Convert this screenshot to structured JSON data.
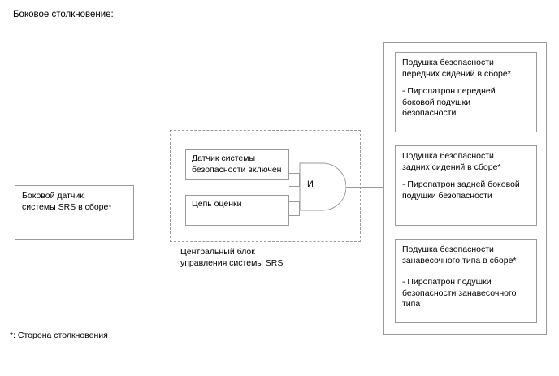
{
  "title": "Боковое столкновение:",
  "footnote": "*: Сторона столкновения",
  "left_input": {
    "label": "Боковой датчик\nсистемы SRS в сборе*"
  },
  "control_unit": {
    "caption": "Центральный блок\nуправления системы SRS",
    "inputs": [
      {
        "label": "Датчик системы\nбезопасности включен"
      },
      {
        "label": "Цепь оценки"
      }
    ],
    "gate": {
      "label": "И",
      "type": "and-gate"
    }
  },
  "outputs": [
    {
      "title": "Подушка безопасности\nпередних сидений в сборе*",
      "detail": "- Пиропатрон передней\nбоковой подушки\nбезопасности"
    },
    {
      "title": "Подушка безопасности\nзадних сидений в сборе*",
      "detail": "- Пиропатрон задней боковой\nподушки безопасности"
    },
    {
      "title": "Подушка безопасности\nзанавесочного типа в сборе*",
      "detail": "- Пиропатрон подушки\nбезопасности занавесочного\nтипа"
    }
  ],
  "colors": {
    "line": "#9a9a9a",
    "text": "#000000",
    "background": "#ffffff"
  }
}
